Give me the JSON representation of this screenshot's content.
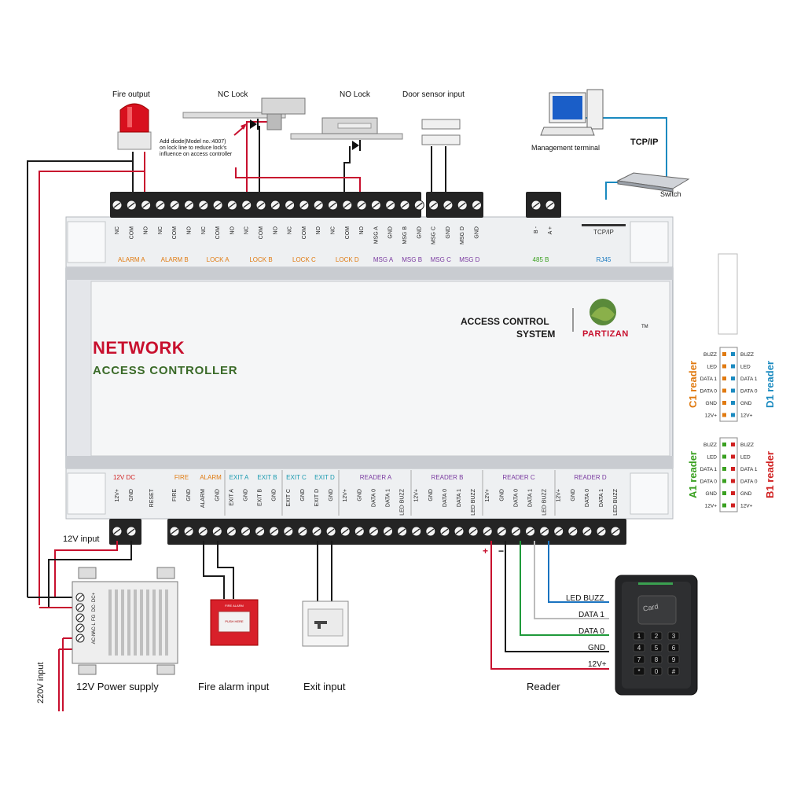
{
  "controller": {
    "title": "NETWORK",
    "subtitle": "ACCESS CONTROLLER",
    "system_line1": "ACCESS CONTROL",
    "system_line2": "SYSTEM",
    "brand": "PARTIZAN",
    "trademark": "TM"
  },
  "devices": {
    "fire_output": "Fire output",
    "nc_lock": "NC Lock",
    "no_lock": "NO Lock",
    "door_sensor": "Door sensor input",
    "management_terminal": "Management terminal",
    "tcpip": "TCP/IP",
    "switch": "Switch",
    "diode_note": [
      "Add diode(Model no.:4007)",
      "on lock line to reduce lock's",
      "influence on access controller"
    ],
    "input_12v": "12V input",
    "input_220v": "220V input",
    "power_supply": "12V Power supply",
    "fire_alarm_input": "Fire alarm input",
    "exit_input": "Exit input",
    "reader": "Reader",
    "card": "Card"
  },
  "top_terminals": {
    "pins": [
      "NC",
      "COM",
      "NO",
      "NC",
      "COM",
      "NO",
      "NC",
      "COM",
      "NO",
      "NC",
      "COM",
      "NO",
      "NC",
      "COM",
      "NO",
      "NC",
      "COM",
      "NO",
      "MSG A",
      "GND",
      "MSG B",
      "GND",
      "MSG C",
      "GND",
      "MSG D",
      "GND"
    ],
    "groups": [
      {
        "label": "ALARM A",
        "color": "#e07a10"
      },
      {
        "label": "ALARM B",
        "color": "#e07a10"
      },
      {
        "label": "LOCK A",
        "color": "#e07a10"
      },
      {
        "label": "LOCK B",
        "color": "#e07a10"
      },
      {
        "label": "LOCK C",
        "color": "#e07a10"
      },
      {
        "label": "LOCK D",
        "color": "#e07a10"
      },
      {
        "label": "MSG A",
        "color": "#7a3aa0"
      },
      {
        "label": "MSG B",
        "color": "#7a3aa0"
      },
      {
        "label": "MSG C",
        "color": "#7a3aa0"
      },
      {
        "label": "MSG D",
        "color": "#7a3aa0"
      }
    ],
    "rs485_pins": [
      "B -",
      "A +"
    ],
    "rs485_label": "485 B",
    "rs485_color": "#3aa020",
    "rj45_pin": "TCP/IP",
    "rj45_label": "RJ45",
    "rj45_color": "#1a7ac0"
  },
  "bottom_terminals": {
    "pins": [
      "12V+",
      "GND",
      "RESET",
      "FIRE",
      "GND",
      "ALARM",
      "GND",
      "EXIT A",
      "GND",
      "EXIT B",
      "GND",
      "EXIT C",
      "GND",
      "EXIT D",
      "GND",
      "12V+",
      "GND",
      "DATA 0",
      "DATA 1",
      "LED BUZZ",
      "12V+",
      "GND",
      "DATA 0",
      "DATA 1",
      "LED BUZZ",
      "12V+",
      "GND",
      "DATA 0",
      "DATA 1",
      "LED BUZZ",
      "12V+",
      "GND",
      "DATA 0",
      "DATA 1",
      "LED BUZZ"
    ],
    "groups": [
      {
        "label": "12V DC",
        "color": "#d02020"
      },
      {
        "label": "FIRE",
        "color": "#e07a10"
      },
      {
        "label": "ALARM",
        "color": "#e07a10"
      },
      {
        "label": "EXIT A",
        "color": "#1a9ab0"
      },
      {
        "label": "EXIT B",
        "color": "#1a9ab0"
      },
      {
        "label": "EXIT C",
        "color": "#1a9ab0"
      },
      {
        "label": "EXIT D",
        "color": "#1a9ab0"
      },
      {
        "label": "READER A",
        "color": "#7a3aa0"
      },
      {
        "label": "READER B",
        "color": "#7a3aa0"
      },
      {
        "label": "READER C",
        "color": "#7a3aa0"
      },
      {
        "label": "READER D",
        "color": "#7a3aa0"
      }
    ]
  },
  "reader_connectors": {
    "pins": [
      "BUZZ",
      "LED",
      "DATA 1",
      "DATA 0",
      "GND",
      "12V+"
    ],
    "panels": [
      {
        "left": "C",
        "right": "D",
        "word": "reader",
        "left_color": "#e07a10",
        "right_color": "#1a8ac0"
      },
      {
        "left": "A",
        "right": "B",
        "word": "reader",
        "left_color": "#3aa020",
        "right_color": "#d02020"
      }
    ],
    "subscript": "1"
  },
  "reader_wires": [
    "LED BUZZ",
    "DATA 1",
    "DATA 0",
    "GND",
    "12V+"
  ],
  "psu_terminals": [
    "DC+",
    "DC-",
    "FG",
    "AC-L",
    "AC-N"
  ],
  "polarity": [
    "+",
    "−"
  ],
  "keypad": [
    "1",
    "2",
    "3",
    "4",
    "5",
    "6",
    "7",
    "8",
    "9",
    "*",
    "0",
    "#"
  ],
  "colors": {
    "wire_red": "#c8102e",
    "wire_black": "#1a1a1a",
    "wire_green": "#1f9a3a",
    "wire_blue": "#1a73c0",
    "title_red": "#c8102e",
    "title_green": "#3a6a28"
  }
}
